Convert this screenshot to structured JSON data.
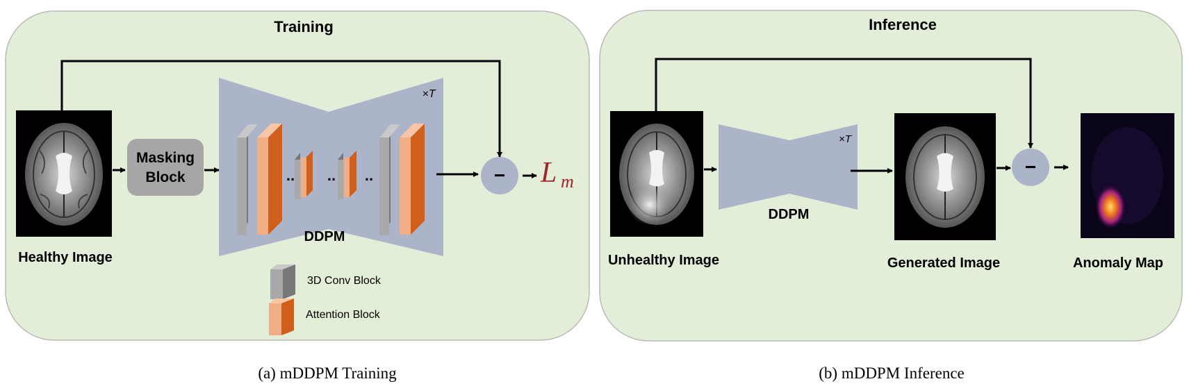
{
  "training": {
    "title": "Training",
    "healthy_label": "Healthy Image",
    "masking_line1": "Masking",
    "masking_line2": "Block",
    "ddpm_label": "DDPM",
    "times_t": "×T",
    "dots": "..",
    "minus": "−",
    "loss_symbol": "L",
    "loss_subscript": "m",
    "legend": {
      "conv_label": "3D Conv Block",
      "attn_label": "Attention Block"
    }
  },
  "inference": {
    "title": "Inference",
    "unhealthy_label": "Unhealthy Image",
    "ddpm_label": "DDPM",
    "times_t": "×T",
    "generated_label": "Generated Image",
    "anomaly_label": "Anomaly Map",
    "minus": "−"
  },
  "captions": {
    "a": "(a) mDDPM Training",
    "b": "(b) mDDPM Inference"
  },
  "colors": {
    "panel_fill": "#e2eed8",
    "panel_stroke": "#b9b9b9",
    "ddpm_fill": "#abb4c9",
    "masking_fill": "#a6a6a6",
    "conv_front": "#a9a9a9",
    "conv_side": "#777777",
    "attn_front": "#f3ad84",
    "attn_side": "#cf5f1a",
    "loss_color": "#a3242d",
    "minus_fill": "#abb4c9"
  }
}
